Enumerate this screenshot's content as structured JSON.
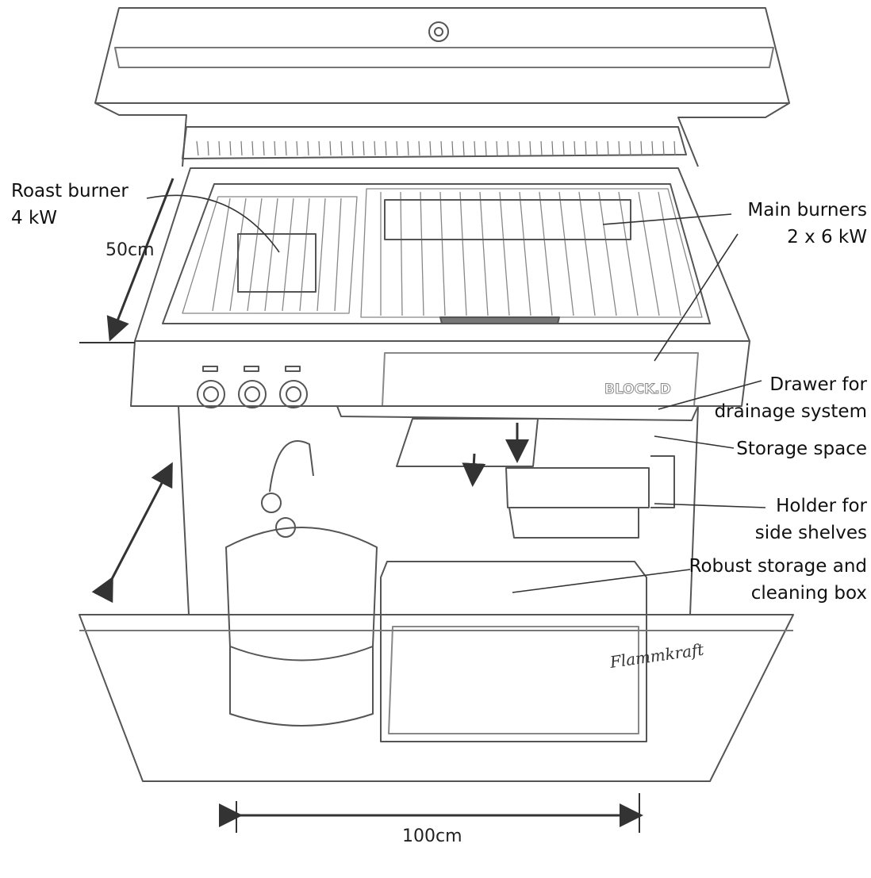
{
  "labels": {
    "roast_burner": [
      "Roast burner",
      "4 kW"
    ],
    "main_burners": [
      "Main burners",
      "2 x 6 kW"
    ],
    "drawer": [
      "Drawer for",
      "drainage system"
    ],
    "storage_space": "Storage space",
    "holder": [
      "Holder for",
      "side shelves"
    ],
    "box": [
      "Robust storage and",
      "cleaning box"
    ]
  },
  "dimensions": {
    "depth": "50cm",
    "width": "100cm"
  },
  "branding": {
    "panel_logo": "BLOCK.D",
    "signature": "Flammkraft"
  },
  "colors": {
    "line": "#555555",
    "text": "#111111"
  }
}
